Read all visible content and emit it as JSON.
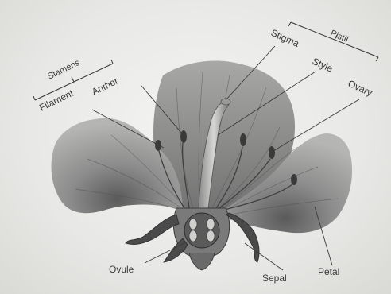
{
  "diagram": {
    "labels": {
      "stamens": "Stamens",
      "filament": "Filament",
      "anther": "Anther",
      "pistil": "Pistil",
      "stigma": "Stigma",
      "style": "Style",
      "ovary": "Ovary",
      "ovule": "Ovule",
      "sepal": "Sepal",
      "petal": "Petal"
    }
  }
}
